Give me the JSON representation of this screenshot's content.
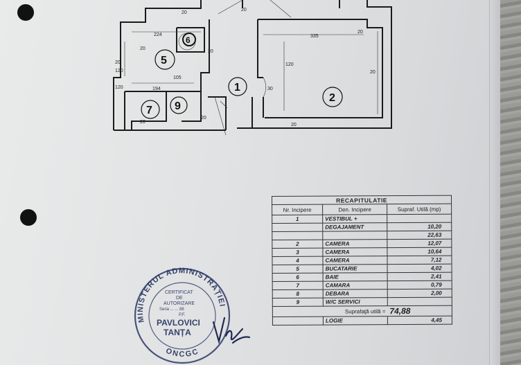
{
  "floor_plan": {
    "room_numbers": [
      "1",
      "2",
      "5",
      "6",
      "7",
      "9"
    ],
    "dimensions": [
      "20",
      "224",
      "20",
      "20",
      "20",
      "120",
      "105",
      "194",
      "20",
      "20",
      "30",
      "20",
      "20",
      "335",
      "20",
      "20",
      "120",
      "120"
    ]
  },
  "recap": {
    "title": "RECAPITULATIE",
    "headers": [
      "Nr. Incipere",
      "Den. Incipere",
      "Supraf. Utilă (mp)"
    ],
    "rows": [
      {
        "nr": "1",
        "name": "VESTIBUL +",
        "area": ""
      },
      {
        "nr": "",
        "name": "DEGAJAMENT",
        "area": "10,20"
      },
      {
        "nr": "",
        "name": "",
        "area": "22,63"
      },
      {
        "nr": "2",
        "name": "CAMERA",
        "area": "12,07"
      },
      {
        "nr": "3",
        "name": "CAMERA",
        "area": "10,64"
      },
      {
        "nr": "4",
        "name": "CAMERA",
        "area": "7,12"
      },
      {
        "nr": "5",
        "name": "BUCATARIE",
        "area": "4,02"
      },
      {
        "nr": "6",
        "name": "BAIE",
        "area": "2,41"
      },
      {
        "nr": "7",
        "name": "CAMARA",
        "area": "0,79"
      },
      {
        "nr": "8",
        "name": "DEBARA",
        "area": "2,00"
      },
      {
        "nr": "9",
        "name": "W/C SERVICI",
        "area": ""
      }
    ],
    "total_label": "Suprafaţă utilă =",
    "total_value": "74,88",
    "extra_label": "LOGIE",
    "extra_value": "4,45"
  },
  "stamp": {
    "outer_text": "MINISTERUL ADMINISTRAȚIEI ȘI INTERNELOR",
    "bottom_text": "ONCGC",
    "line1": "CERTIFICAT",
    "line2": "DE",
    "line3": "AUTORIZARE",
    "line4": "Seria ... ... 88",
    "line5": "P.F.",
    "name1": "PAVLOVICI",
    "name2": "TANȚA"
  }
}
